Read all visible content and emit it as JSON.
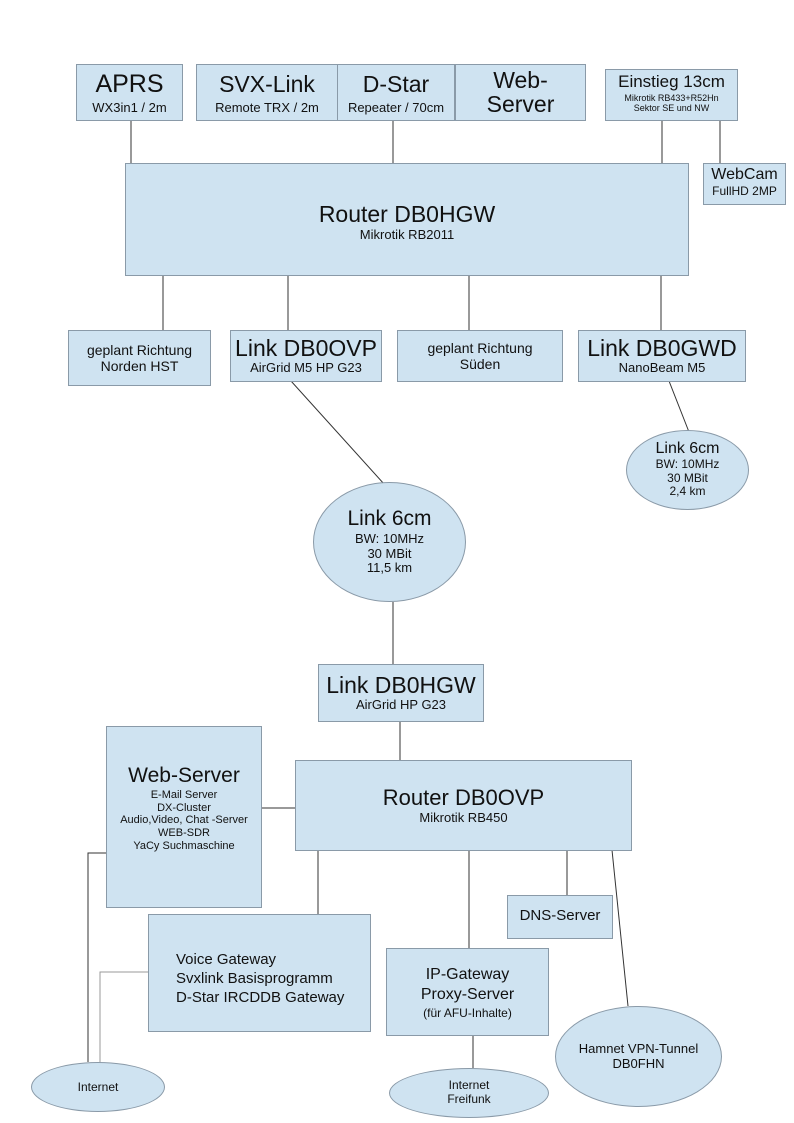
{
  "aprs": {
    "title": "APRS",
    "sub": "WX3in1 / 2m"
  },
  "svx": {
    "title": "SVX-Link",
    "sub": "Remote TRX  / 2m"
  },
  "dstar": {
    "title": "D-Star",
    "sub": "Repeater / 70cm"
  },
  "webserver_top": {
    "title": "Web-\nServer"
  },
  "einstieg": {
    "title": "Einstieg 13cm",
    "sub": "Mikrotik RB433+R52Hn\nSektor SE und NW"
  },
  "webcam": {
    "title": "WebCam",
    "sub": "FullHD 2MP"
  },
  "router_hgw": {
    "title": "Router DB0HGW",
    "sub": "Mikrotik RB2011"
  },
  "geplant_nord": {
    "text": "geplant Richtung\nNorden HST"
  },
  "link_ovp": {
    "title": "Link DB0OVP",
    "sub": "AirGrid M5 HP G23"
  },
  "geplant_sued": {
    "text": "geplant Richtung\nSüden"
  },
  "link_gwd": {
    "title": "Link DB0GWD",
    "sub": "NanoBeam M5"
  },
  "link6_small": {
    "title": "Link 6cm",
    "sub": "BW: 10MHz\n30 MBit\n2,4 km"
  },
  "link6_big": {
    "title": "Link 6cm",
    "sub": "BW: 10MHz\n30 MBit\n11,5 km"
  },
  "link_hgw": {
    "title": "Link DB0HGW",
    "sub": "AirGrid HP G23"
  },
  "webserver_main": {
    "title": "Web-Server",
    "sub": "E-Mail Server\nDX-Cluster\nAudio,Video, Chat -Server\nWEB-SDR\nYaCy Suchmaschine"
  },
  "router_ovp": {
    "title": "Router DB0OVP",
    "sub": "Mikrotik RB450"
  },
  "dns": {
    "text": "DNS-Server"
  },
  "voice": {
    "text": "Voice Gateway\nSvxlink Basisprogramm\nD-Star IRCDDB Gateway"
  },
  "ipgw": {
    "title": "IP-Gateway\nProxy-Server",
    "sub": "(für AFU-Inhalte)"
  },
  "hamnet": {
    "text": "Hamnet VPN-Tunnel\nDB0FHN"
  },
  "internet": {
    "text": "Internet"
  },
  "freifunk": {
    "text": "Internet\nFreifunk"
  },
  "colors": {
    "fill": "#cfe3f1",
    "border": "#8a9aa8",
    "line": "#333333",
    "thin_line": "#999999"
  }
}
